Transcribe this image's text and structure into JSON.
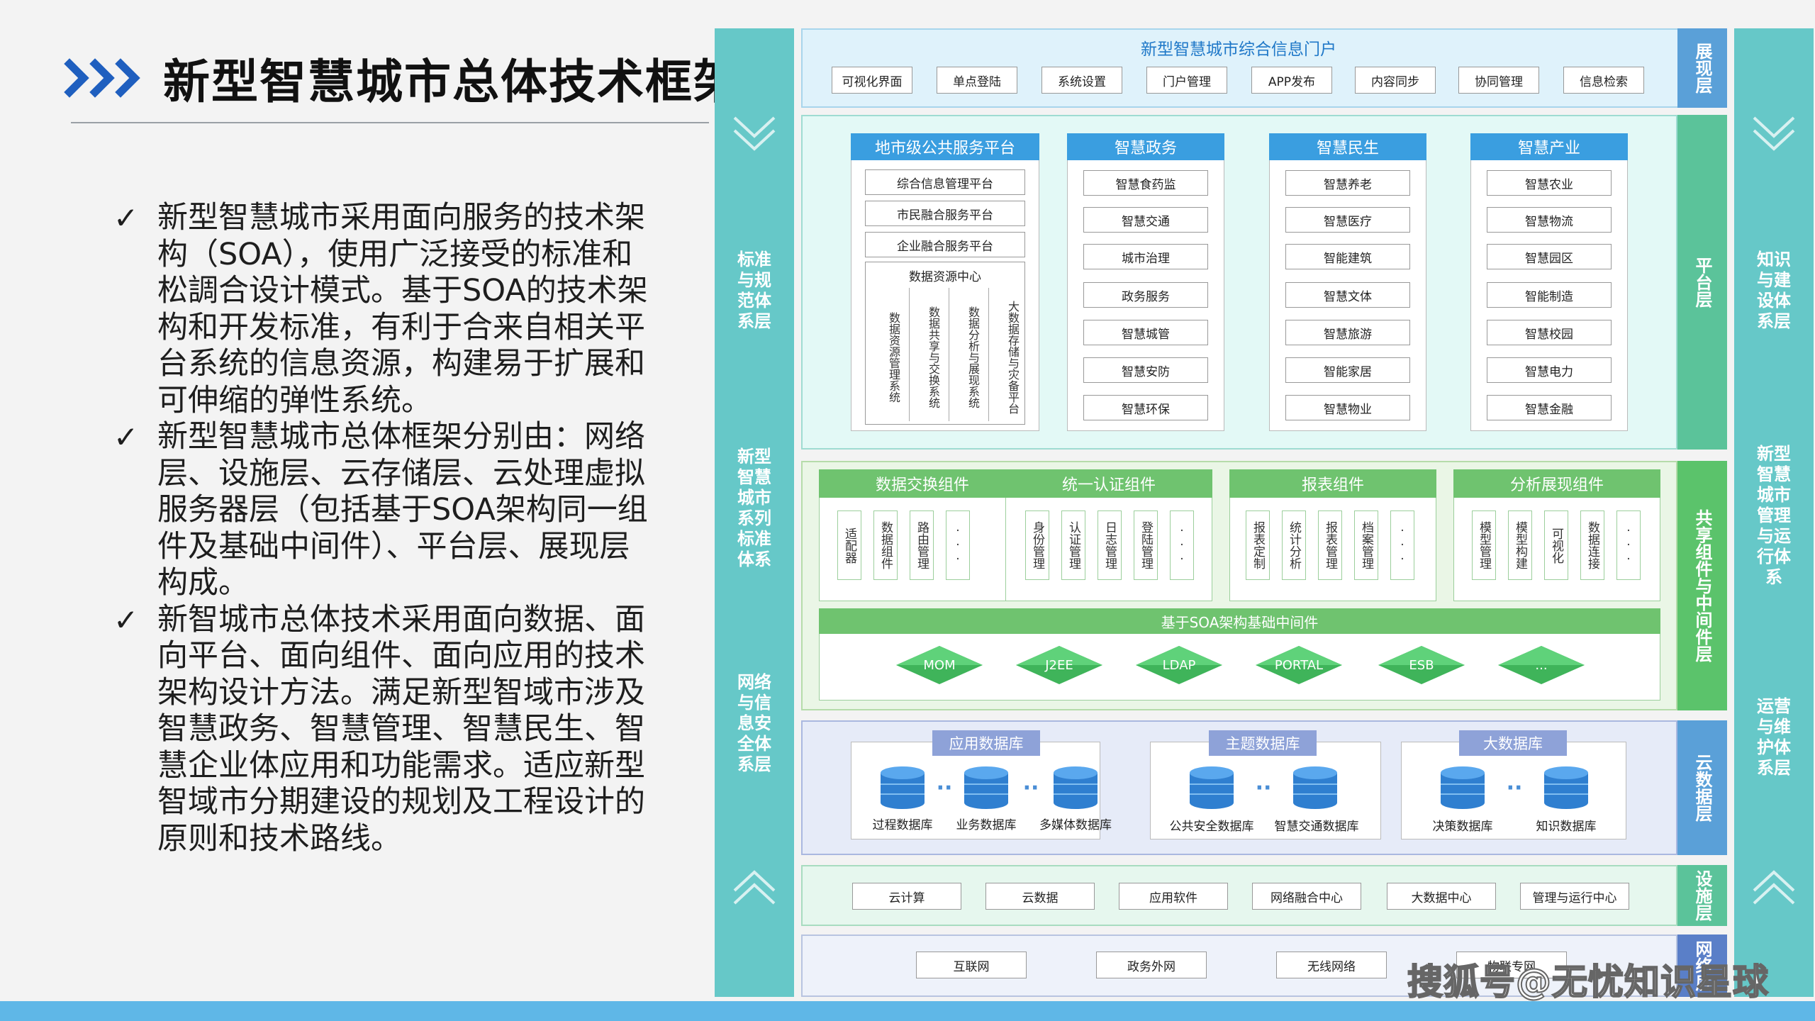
{
  "slide": {
    "title": "新型智慧城市总体技术框架",
    "bullets": [
      "新型智慧城市采用面向服务的技术架构（SOA），使用广泛接受的标准和松調合设计模式。基于SOA的技术架构和开发标准，有利于合来自相关平台系统的信息资源，构建易于扩展和可伸缩的弹性系统。",
      "新型智慧城市总体框架分别由：网络层、设施层、云存储层、云处理虚拟服务器层（包括基于SOA架构同一组件及基础中间件）、平台层、展现层构成。",
      "新智城市总体技术采用面向数据、面向平台、面向组件、面向应用的技术架构设计方法。满足新型智域市涉及智慧政务、智慧管理、智慧民生、智慧企业体应用和功能需求。适应新型智域市分期建设的规划及工程设计的原则和技术路线。"
    ],
    "watermark": "搜狐号@无忧知识星球"
  },
  "left_column": [
    "标准与规范体系层",
    "新型智慧城市系列标准体系",
    "网络与信息安全体系层"
  ],
  "right_column": [
    "知识与建设体系层",
    "新型智慧城市管理与运行体系",
    "运营与维护体系层"
  ],
  "layers": {
    "presentation": {
      "label": "展现层",
      "title": "新型智慧城市综合信息门户",
      "items": [
        "可视化界面",
        "单点登陆",
        "系统设置",
        "门户管理",
        "APP发布",
        "内容同步",
        "协同管理",
        "信息检索"
      ]
    },
    "platform": {
      "label": "平台层",
      "public": {
        "title": "地市级公共服务平台",
        "items": [
          "综合信息管理平台",
          "市民融合服务平台",
          "企业融合服务平台"
        ],
        "data_center": "数据资源中心",
        "data_items": [
          "数据资源管理系统",
          "数据共享与交换系统",
          "数据分析与展现系统",
          "大数据存储与灾备平台"
        ]
      },
      "columns": [
        {
          "title": "智慧政务",
          "items": [
            "智慧食药监",
            "智慧交通",
            "城市治理",
            "政务服务",
            "智慧城管",
            "智慧安防",
            "智慧环保"
          ]
        },
        {
          "title": "智慧民生",
          "items": [
            "智慧养老",
            "智慧医疗",
            "智能建筑",
            "智慧文体",
            "智慧旅游",
            "智能家居",
            "智慧物业"
          ]
        },
        {
          "title": "智慧产业",
          "items": [
            "智慧农业",
            "智慧物流",
            "智慧园区",
            "智能制造",
            "智慧校园",
            "智慧电力",
            "智慧金融"
          ]
        }
      ]
    },
    "shared": {
      "label": "共享组件与中间件层",
      "components": [
        {
          "title": "数据交换组件",
          "items": [
            "适配器",
            "数据组件",
            "路由管理",
            "···"
          ]
        },
        {
          "title": "统一认证组件",
          "items": [
            "身份管理",
            "认证管理",
            "日志管理",
            "登陆管理",
            "···"
          ]
        },
        {
          "title": "报表组件",
          "items": [
            "报表定制",
            "统计分析",
            "报表管理",
            "档案管理",
            "···"
          ]
        },
        {
          "title": "分析展现组件",
          "items": [
            "模型管理",
            "模型构建",
            "可视化",
            "数据连接",
            "···"
          ]
        }
      ],
      "middleware_title": "基于SOA架构基础中间件",
      "middleware": [
        "MOM",
        "J2EE",
        "LDAP",
        "PORTAL",
        "ESB",
        "..."
      ]
    },
    "cloud_data": {
      "label": "云数据层",
      "groups": [
        {
          "title": "应用数据库",
          "dbs": [
            "过程数据库",
            "业务数据库",
            "多媒体数据库"
          ]
        },
        {
          "title": "主题数据库",
          "dbs": [
            "公共安全数据库",
            "智慧交通数据库"
          ]
        },
        {
          "title": "大数据库",
          "dbs": [
            "决策数据库",
            "知识数据库"
          ]
        }
      ],
      "ellipsis": "··"
    },
    "facility": {
      "label": "设施层",
      "items": [
        "云计算",
        "云数据",
        "应用软件",
        "网络融合中心",
        "大数据中心",
        "管理与运行中心"
      ]
    },
    "network": {
      "label": "网络层",
      "items": [
        "互联网",
        "政务外网",
        "无线网络",
        "物联专网"
      ]
    }
  },
  "colors": {
    "teal": "#66c8c8",
    "blue_tag": "#3a9ee0",
    "green_tag": "#6fc36f",
    "layer_label": "#5aa0d8",
    "accent": "#1f5fbf"
  }
}
